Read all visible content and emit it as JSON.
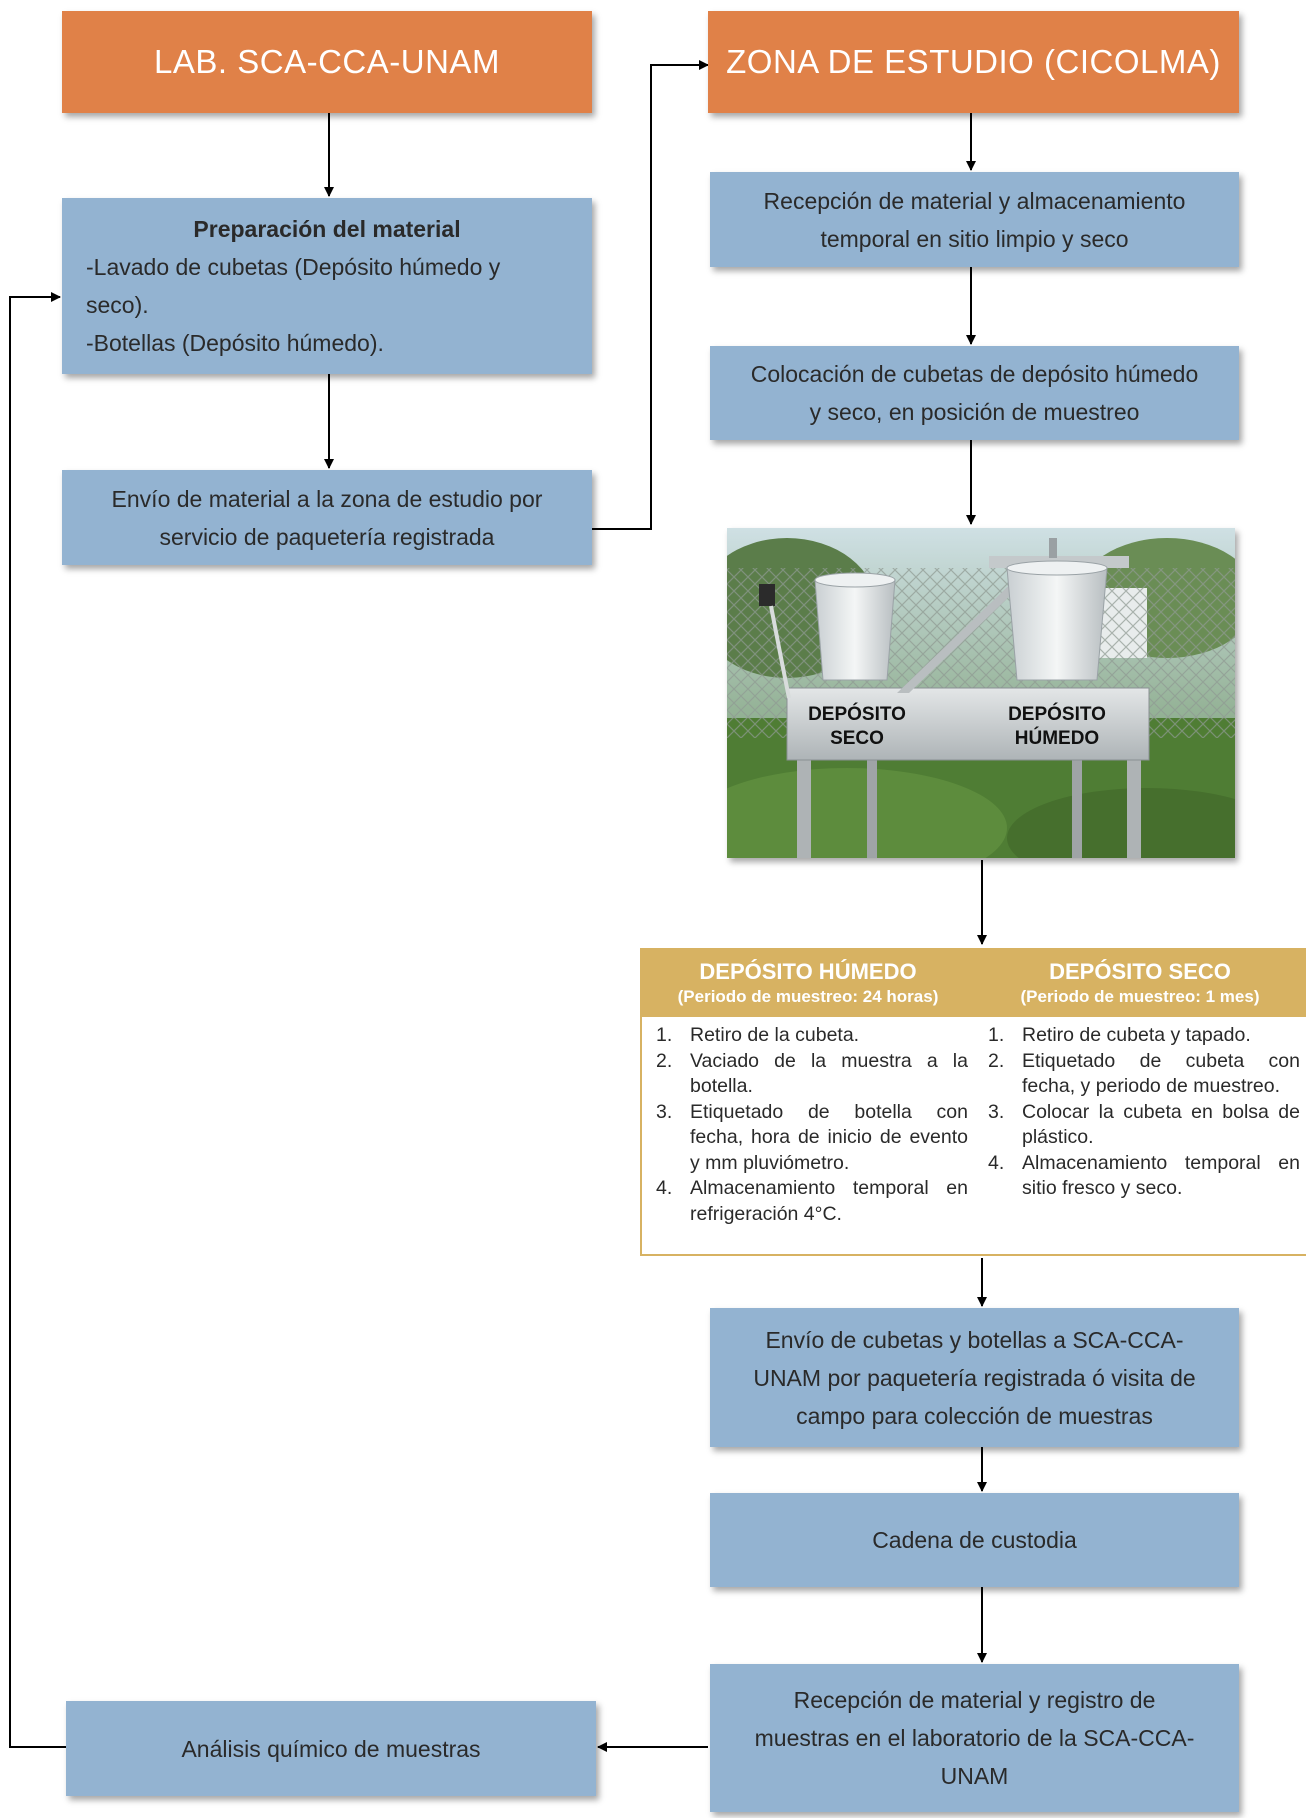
{
  "headers": {
    "lab": "LAB. SCA-CCA-UNAM",
    "zona": "ZONA DE ESTUDIO (CICOLMA)"
  },
  "left": {
    "preparacion": {
      "title": "Preparación del material",
      "line1": "-Lavado de cubetas (Depósito húmedo y",
      "line2": "seco).",
      "line3": "-Botellas (Depósito húmedo)."
    },
    "envio": {
      "line1": "Envío de material a la zona de estudio por",
      "line2": "servicio de paquetería registrada"
    },
    "analisis": "Análisis químico de muestras"
  },
  "right": {
    "recepcion": {
      "line1": "Recepción de material y almacenamiento",
      "line2": "temporal en sitio limpio y seco"
    },
    "colocacion": {
      "line1": "Colocación de cubetas de depósito húmedo",
      "line2": "y seco, en posición de muestreo"
    },
    "photo": {
      "label_seco_1": "DEPÓSITO",
      "label_seco_2": "SECO",
      "label_humedo_1": "DEPÓSITO",
      "label_humedo_2": "HÚMEDO"
    },
    "table": {
      "humedo": {
        "title": "DEPÓSITO HÚMEDO",
        "subtitle": "(Periodo de muestreo: 24 horas)",
        "items": [
          "Retiro de la cubeta.",
          "Vaciado de la muestra a la botella.",
          "Etiquetado de botella con fecha, hora de inicio de evento y mm pluviómetro.",
          "Almacenamiento temporal en refrigeración 4°C."
        ]
      },
      "seco": {
        "title": "DEPÓSITO SECO",
        "subtitle": "(Periodo de muestreo: 1 mes)",
        "items": [
          "Retiro de cubeta y tapado.",
          "Etiquetado de cubeta con fecha, y periodo de muestreo.",
          "Colocar la cubeta en bolsa de plástico.",
          "Almacenamiento temporal en sitio fresco y seco."
        ]
      }
    },
    "envio_cubetas": {
      "line1": "Envío de cubetas y botellas a SCA-CCA-",
      "line2": "UNAM por paquetería registrada ó visita de",
      "line3": "campo para colección de muestras"
    },
    "cadena": "Cadena de custodia",
    "recepcion_lab": {
      "line1": "Recepción de material y registro de",
      "line2": "muestras en el laboratorio de la SCA-CCA-",
      "line3": "UNAM"
    }
  }
}
